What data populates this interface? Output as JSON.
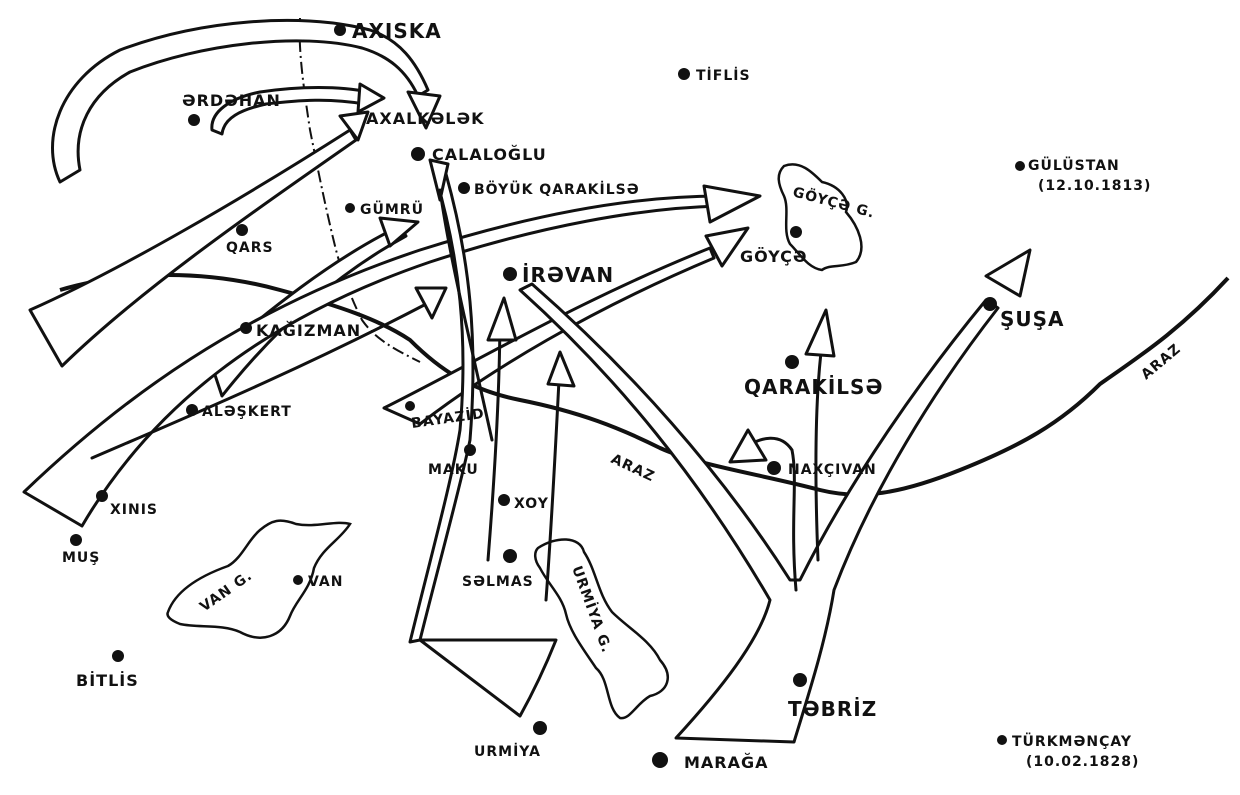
{
  "map": {
    "cities": [
      {
        "id": "axiska",
        "label": "AXISKA"
      },
      {
        "id": "erdehan",
        "label": "ƏRDƏHAN"
      },
      {
        "id": "axalkelek",
        "label": "AXALKƏLƏK"
      },
      {
        "id": "calaloglu",
        "label": "CALALOĞLU"
      },
      {
        "id": "tiflis",
        "label": "TİFLİS"
      },
      {
        "id": "gulustan",
        "label": "GÜLÜSTAN"
      },
      {
        "id": "boyuk-qarakilse",
        "label": "BÖYÜK QARAKİLSƏ"
      },
      {
        "id": "gumru",
        "label": "GÜMRÜ"
      },
      {
        "id": "qars",
        "label": "QARS"
      },
      {
        "id": "goyce",
        "label": "GÖYÇƏ"
      },
      {
        "id": "iravan",
        "label": "İRƏVAN"
      },
      {
        "id": "susa",
        "label": "ŞUŞA"
      },
      {
        "id": "kagizman",
        "label": "KAĞIZMAN"
      },
      {
        "id": "qarakilse",
        "label": "QARAKİLSƏ"
      },
      {
        "id": "aleskert",
        "label": "ALƏŞKERT"
      },
      {
        "id": "bayazid",
        "label": "BAYAZİD"
      },
      {
        "id": "maku",
        "label": "MAKU"
      },
      {
        "id": "naxcivan",
        "label": "NAXÇIVAN"
      },
      {
        "id": "xinis",
        "label": "XINIS"
      },
      {
        "id": "xoy",
        "label": "XOY"
      },
      {
        "id": "mus",
        "label": "MUŞ"
      },
      {
        "id": "van",
        "label": "VAN"
      },
      {
        "id": "salmas",
        "label": "SƏLMAS"
      },
      {
        "id": "bitlis",
        "label": "BİTLİS"
      },
      {
        "id": "tebriz",
        "label": "TƏBRİZ"
      },
      {
        "id": "turkmencay",
        "label": "TÜRKMƏNÇAY"
      },
      {
        "id": "urmiya",
        "label": "URMİYA"
      },
      {
        "id": "maraga",
        "label": "MARAĞA"
      }
    ],
    "treaty_dates": {
      "gulustan": "(12.10.1813)",
      "turkmencay": "(10.02.1828)"
    },
    "lakes": {
      "goyce": "GÖYÇƏ G.",
      "van": "VAN G.",
      "urmiya": "URMİYA G."
    },
    "river": {
      "name": "ARAZ"
    }
  }
}
